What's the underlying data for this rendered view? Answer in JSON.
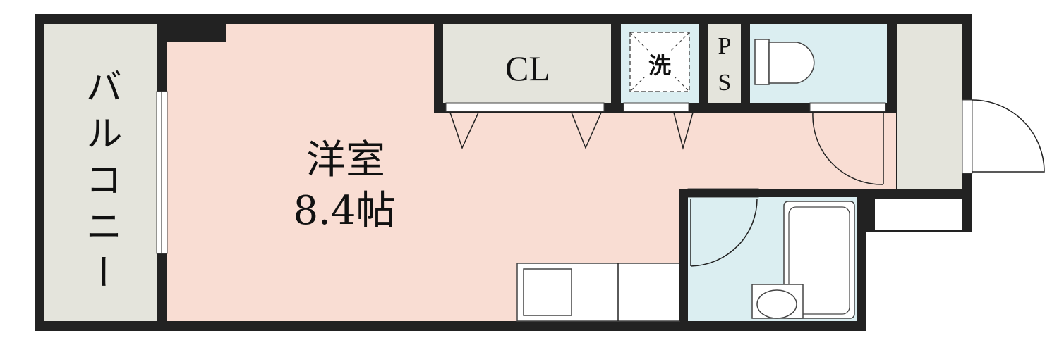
{
  "floor_plan": {
    "rooms": {
      "balcony": {
        "label": "バルコニー"
      },
      "western_room": {
        "name": "洋室",
        "size": "8.4帖"
      },
      "closet": {
        "label": "CL"
      },
      "washer": {
        "label": "洗"
      },
      "pipe_space": {
        "label_top": "P",
        "label_bottom": "S"
      }
    },
    "colors": {
      "wall": "#222222",
      "western_room": "#f9ddd3",
      "balcony": "#e4e4dc",
      "closet": "#e4e4dc",
      "wet_area": "#dbeef1",
      "entrance": "#e4e4dc",
      "fixture": "#ffffff"
    }
  }
}
